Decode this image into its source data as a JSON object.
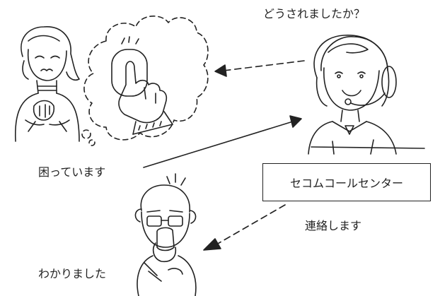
{
  "operator_speech": "どうされましたか？",
  "resident_label": "困っています",
  "call_center_label": "セコムコールセンター",
  "contact_label": "連絡します",
  "family_label": "わかりました"
}
